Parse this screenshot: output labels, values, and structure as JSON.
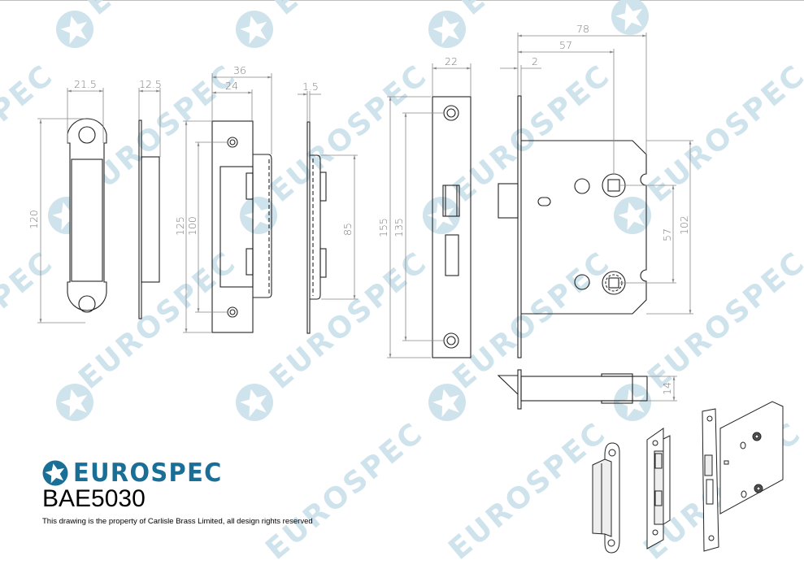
{
  "brand": {
    "name": "EUROSPEC",
    "color": "#1a6f96",
    "logo_icon": "star-circle-icon"
  },
  "product": {
    "model": "BAE5030",
    "copyright_note": "This drawing is the property of Carlisle Brass Limited, all design rights reserved"
  },
  "watermark": {
    "text": "EUROSPEC",
    "color": "#cfe3ec"
  },
  "views": {
    "strike_plate_front": {
      "width_dim": "21.5",
      "height_dim": "120"
    },
    "strike_plate_side": {
      "depth_dim": "12.5"
    },
    "keep_front": {
      "overall_width_dim": "36",
      "plate_width_dim": "24",
      "height_dim": "125",
      "fixing_centres_dim": "100"
    },
    "keep_side": {
      "thickness_dim": "1.5",
      "box_height_dim": "85"
    },
    "forend_front": {
      "width_dim": "22",
      "height_dim": "155",
      "fixing_centres_dim": "135"
    },
    "lock_body_side": {
      "overall_depth_dim": "78",
      "backset_dim": "57",
      "forend_thickness_dim": "2",
      "body_height_dim": "102",
      "follower_centres_dim": "57"
    },
    "lock_body_bottom": {
      "body_thickness_dim": "14"
    }
  },
  "isometric_views": [
    "strike-plate-iso",
    "keep-iso",
    "lock-body-iso"
  ]
}
